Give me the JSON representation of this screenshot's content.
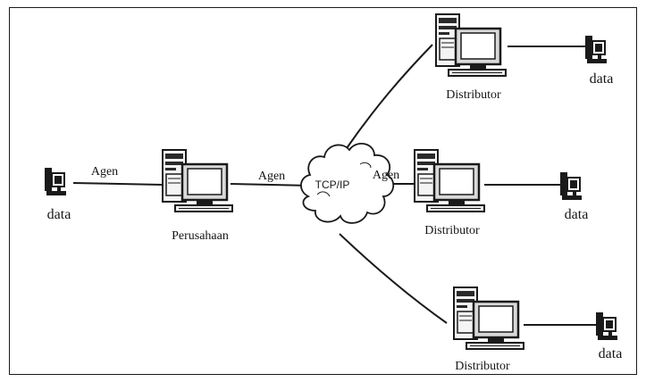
{
  "diagram": {
    "cloud_label": "TCP/IP",
    "company_label": "Perusahaan",
    "distributor_label": "Distributor",
    "agent_label": "Agen",
    "data_label": "data"
  }
}
